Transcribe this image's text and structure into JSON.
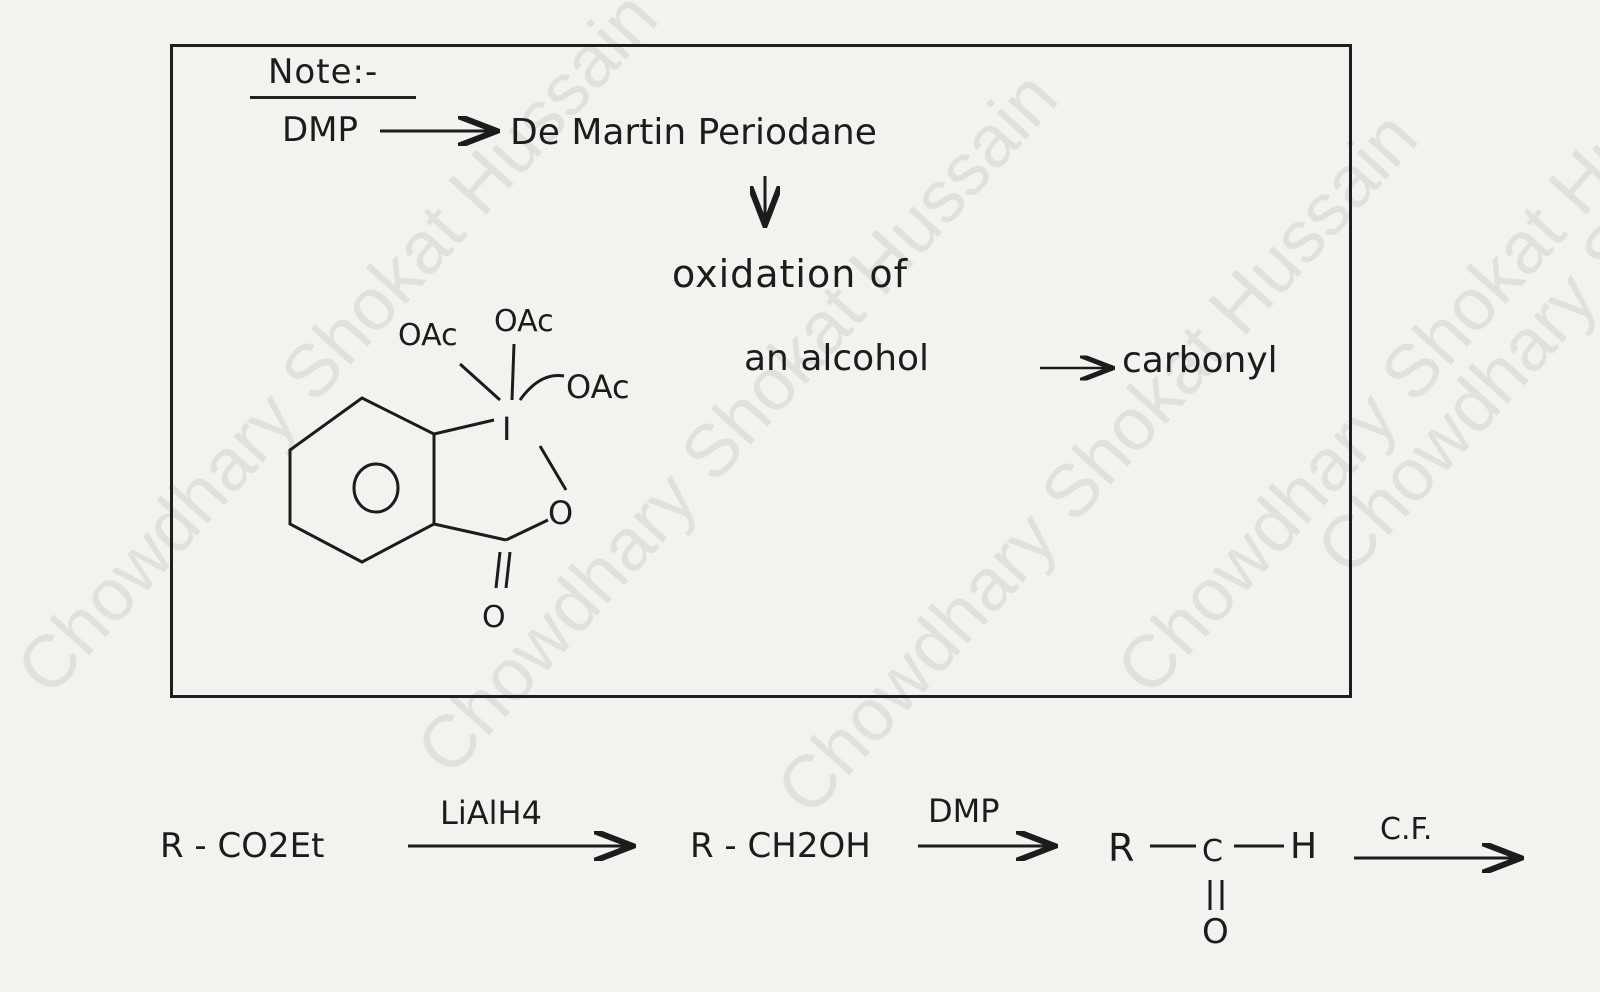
{
  "note": {
    "title": "Note:-",
    "abbrev": "DMP",
    "full_name": "De Martin Periodane",
    "purpose_line1": "oxidation of",
    "purpose_line2": "an alcohol",
    "product": "carbonyl"
  },
  "structure": {
    "oac_1": "OAc",
    "oac_2": "OAc",
    "oac_3": "OAc",
    "iodine": "I",
    "ring_oxygen": "O",
    "carbonyl_oxygen": "O"
  },
  "reaction": {
    "start": "R - CO2Et",
    "reagent1": "LiAlH4",
    "intermediate": "R - CH2OH",
    "reagent2": "DMP",
    "aldehyde_left": "R",
    "aldehyde_c": "C",
    "aldehyde_h": "H",
    "aldehyde_o": "O",
    "reagent3": "C.F."
  },
  "watermark": "Chowdhary Shokat Hussain",
  "colors": {
    "ink": "#1c1c1c",
    "paper": "#f3f2ee"
  }
}
